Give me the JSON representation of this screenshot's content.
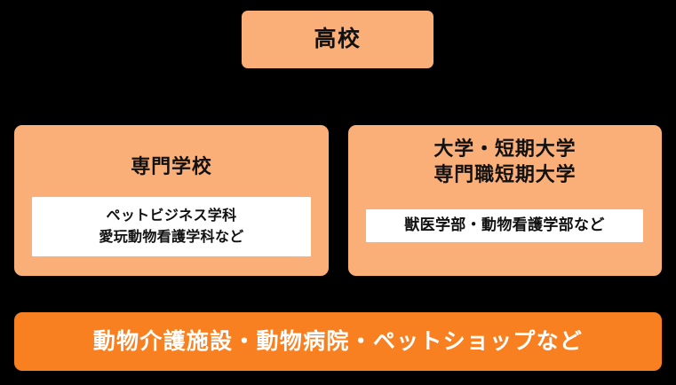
{
  "diagram": {
    "type": "flow-hierarchy",
    "background_color": "#000000",
    "colors": {
      "node_fill_light": "#FAAF78",
      "node_fill_strong": "#F98020",
      "inner_box_fill": "#FFFFFF",
      "text_dark": "#111111",
      "text_light": "#FFFFFF"
    },
    "top_node": {
      "title": "高校"
    },
    "paths": [
      {
        "id": "vocational-school",
        "title": "専門学校",
        "detail_lines": [
          "ペットビジネス学科",
          "愛玩動物看護学科など"
        ]
      },
      {
        "id": "university",
        "title_lines": [
          "大学・短期大学",
          "専門職短期大学"
        ],
        "detail_lines": [
          "獣医学部・動物看護学部など"
        ]
      }
    ],
    "outcome": {
      "label": "動物介護施設・動物病院・ペットショップなど"
    }
  }
}
